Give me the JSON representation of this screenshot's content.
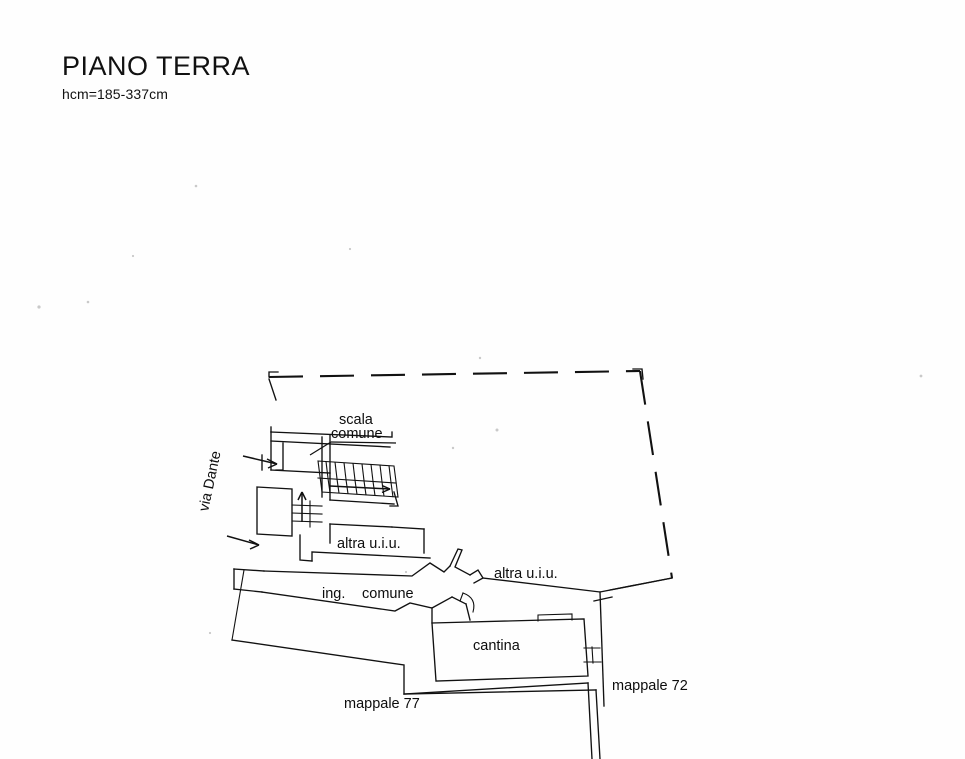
{
  "document": {
    "title": "PIANO TERRA",
    "subtitle": "hcm=185-337cm"
  },
  "plan": {
    "street_label": "via Dante",
    "labels": {
      "stairs": {
        "line1": "scala",
        "line2": "comune"
      },
      "other_unit_upper": "altra u.i.u.",
      "other_unit_right": "altra u.i.u.",
      "common_entrance": {
        "line1": "ing.",
        "line2": "comune"
      },
      "cellar": "cantina",
      "parcel_left": "mappale 77",
      "parcel_right": "mappale 72"
    },
    "colors": {
      "ink": "#111111",
      "paper": "#fefefe"
    }
  }
}
